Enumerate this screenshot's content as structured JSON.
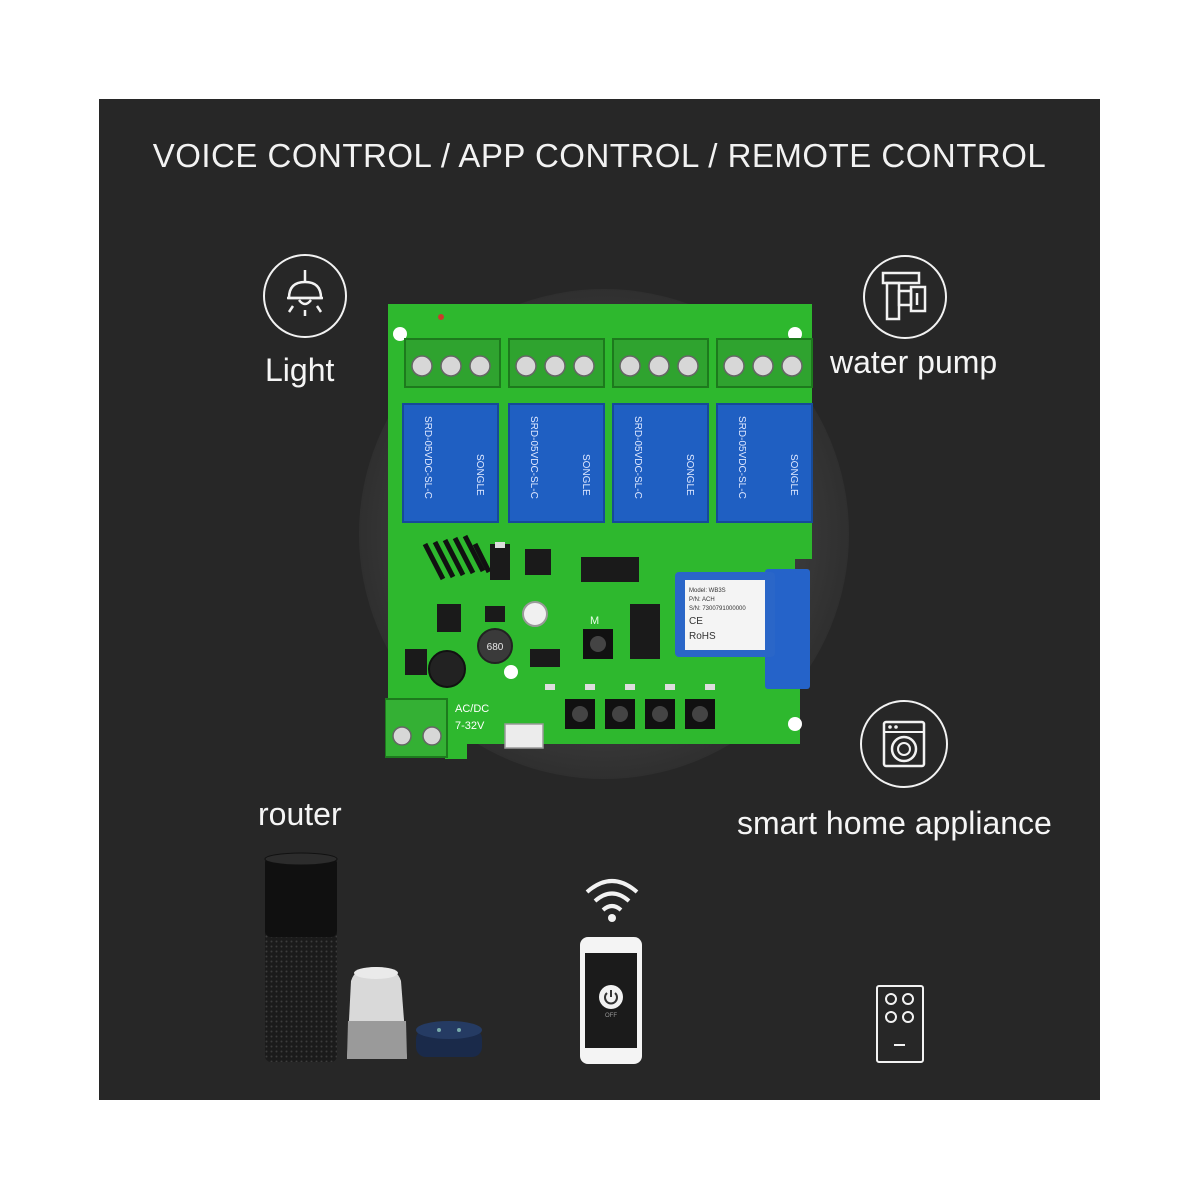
{
  "headline": "VOICE CONTROL / APP CONTROL / REMOTE CONTROL",
  "labels": {
    "light": "Light",
    "water_pump": "water pump",
    "router": "router",
    "smart_home_appliance": "smart home appliance"
  },
  "board": {
    "relay_text_1": "SRD-05VDC-SL-C",
    "relay_text_2": "SONGLE",
    "power_label_1": "AC/DC",
    "power_label_2": "7-32V",
    "inductor_label": "680",
    "button_label": "M",
    "module_model": "Model: WB3S",
    "module_pin": "P/N: ACH",
    "module_sn": "S/N: 7300791000000",
    "module_ce": "CE",
    "module_rohs": "RoHS"
  },
  "phone": {
    "button_caption": "OFF"
  },
  "icons": [
    "ceiling-light-icon",
    "water-pump-icon",
    "washing-machine-icon",
    "wifi-icon",
    "remote-control-icon"
  ],
  "colors": {
    "panel_bg": "#272727",
    "pcb_green": "#2eb82e",
    "relay_blue": "#1f5fc2",
    "terminal_green": "#34b034"
  }
}
